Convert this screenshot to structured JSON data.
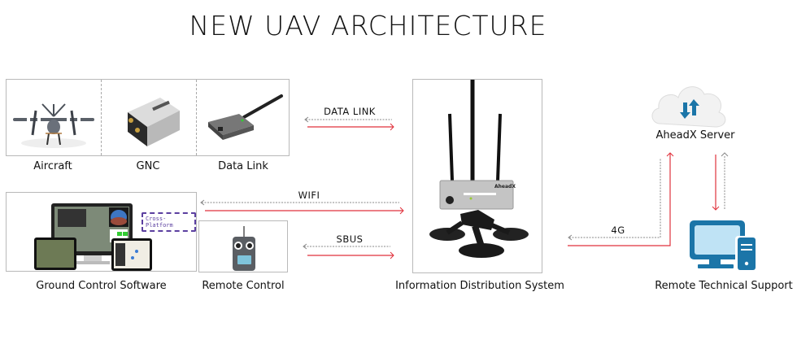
{
  "title": "NEW UAV ARCHITECTURE",
  "components": {
    "aircraft": "Aircraft",
    "gnc": "GNC",
    "data_link": "Data Link",
    "ground_control": "Ground Control Software",
    "remote_control": "Remote Control",
    "info_distribution": "Information Distribution System",
    "server": "AheadX Server",
    "remote_support": "Remote Technical Support"
  },
  "badges": {
    "cross_platform": "Cross-Platform",
    "device_brand": "AheadX"
  },
  "links": {
    "data_link": "DATA LINK",
    "wifi": "WIFI",
    "sbus": "SBUS",
    "cellular": "4G"
  },
  "colors": {
    "uplink": "#e0323c",
    "downlink": "#888888",
    "icon_blue": "#1b75a8",
    "icon_light": "#bfe3f5"
  }
}
